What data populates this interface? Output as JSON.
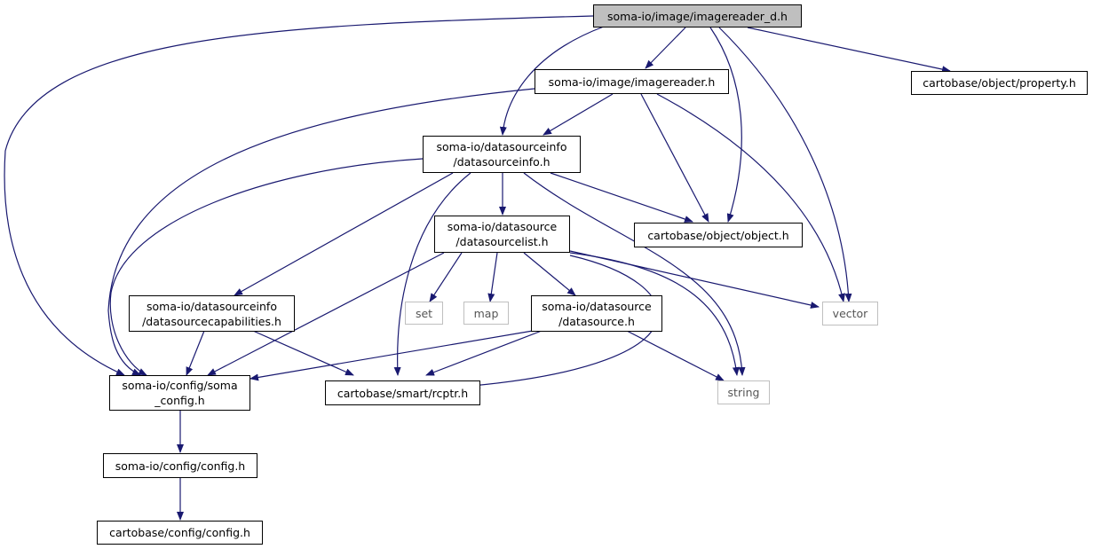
{
  "colors": {
    "edge": "#191970",
    "node_border": "#000000",
    "external_border": "#bfbfbf",
    "current_fill": "#bfbfbf"
  },
  "nodes": {
    "imagereader_d": {
      "lines": [
        "soma-io/image/imagereader_d.h"
      ]
    },
    "imagereader": {
      "lines": [
        "soma-io/image/imagereader.h"
      ]
    },
    "property": {
      "lines": [
        "cartobase/object/property.h"
      ]
    },
    "datasourceinfo": {
      "lines": [
        "soma-io/datasourceinfo",
        "/datasourceinfo.h"
      ]
    },
    "datasourcelist": {
      "lines": [
        "soma-io/datasource",
        "/datasourcelist.h"
      ]
    },
    "object": {
      "lines": [
        "cartobase/object/object.h"
      ]
    },
    "datasourcecapabilities": {
      "lines": [
        "soma-io/datasourceinfo",
        "/datasourcecapabilities.h"
      ]
    },
    "set": {
      "lines": [
        "set"
      ]
    },
    "map": {
      "lines": [
        "map"
      ]
    },
    "datasource": {
      "lines": [
        "soma-io/datasource",
        "/datasource.h"
      ]
    },
    "vector": {
      "lines": [
        "vector"
      ]
    },
    "soma_config": {
      "lines": [
        "soma-io/config/soma",
        "_config.h"
      ]
    },
    "rcptr": {
      "lines": [
        "cartobase/smart/rcptr.h"
      ]
    },
    "string": {
      "lines": [
        "string"
      ]
    },
    "config_somaio": {
      "lines": [
        "soma-io/config/config.h"
      ]
    },
    "config_cartobase": {
      "lines": [
        "cartobase/config/config.h"
      ]
    }
  }
}
